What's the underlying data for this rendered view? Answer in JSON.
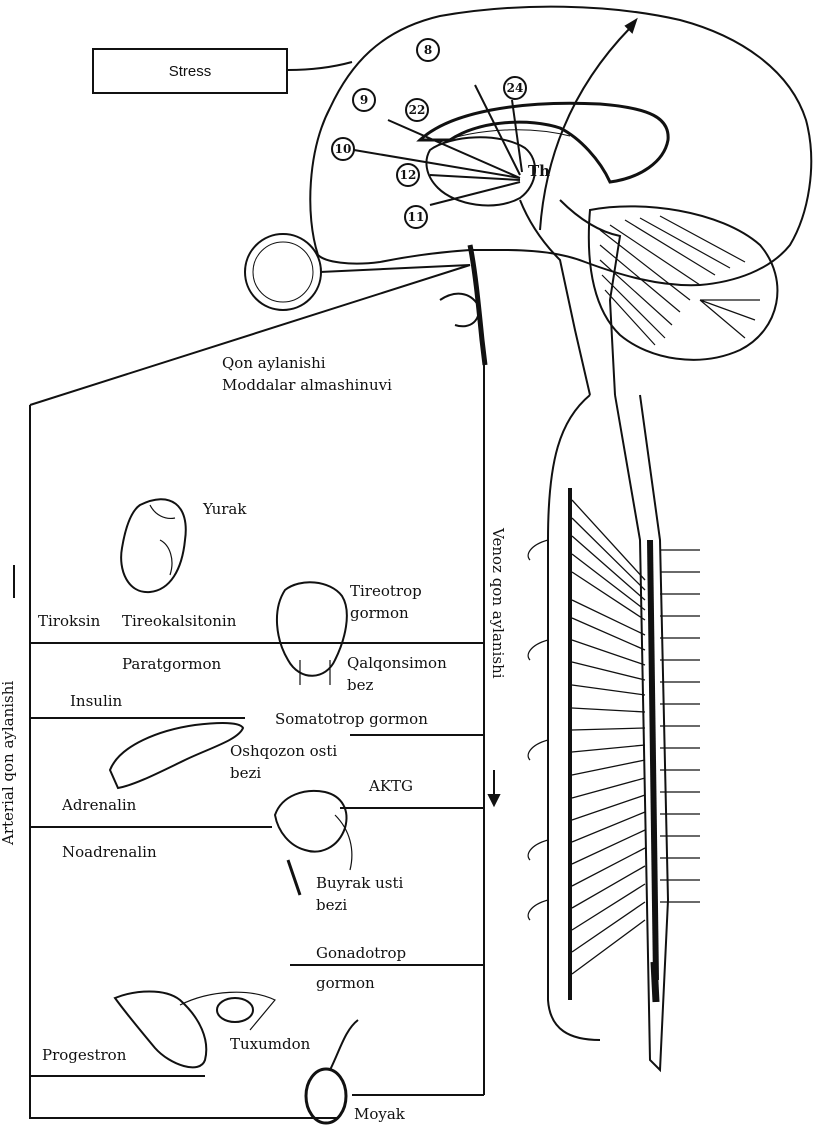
{
  "stress": "Stress",
  "brain_numbers": [
    "8",
    "9",
    "22",
    "24",
    "10",
    "12",
    "11"
  ],
  "th": "Th",
  "circulation": {
    "line1": "Qon aylanishi",
    "line2": "Moddalar almashinuvi"
  },
  "arterial": "Arterial qon aylanishi",
  "venous": "Venoz qon aylanishi",
  "labels": {
    "yurak": "Yurak",
    "tiroksin": "Tiroksin",
    "tireokalsitonin": "Tireokalsitonin",
    "tireotrop_1": "Tireotrop",
    "tireotrop_2": "gormon",
    "paratgormon": "Paratgormon",
    "qalqonsimon_1": "Qalqonsimon",
    "qalqonsimon_2": "bez",
    "insulin": "Insulin",
    "somatotrop": "Somatotrop gormon",
    "oshqozon_1": "Oshqozon osti",
    "oshqozon_2": "bezi",
    "aktg": "AKTG",
    "adrenalin": "Adrenalin",
    "noadrenalin": "Noadrenalin",
    "buyrak_1": "Buyrak usti",
    "buyrak_2": "bezi",
    "gonadotrop_1": "Gonadotrop",
    "gonadotrop_2": "gormon",
    "progestron": "Progestron",
    "tuxumdon": "Tuxumdon",
    "moyak": "Moyak"
  }
}
